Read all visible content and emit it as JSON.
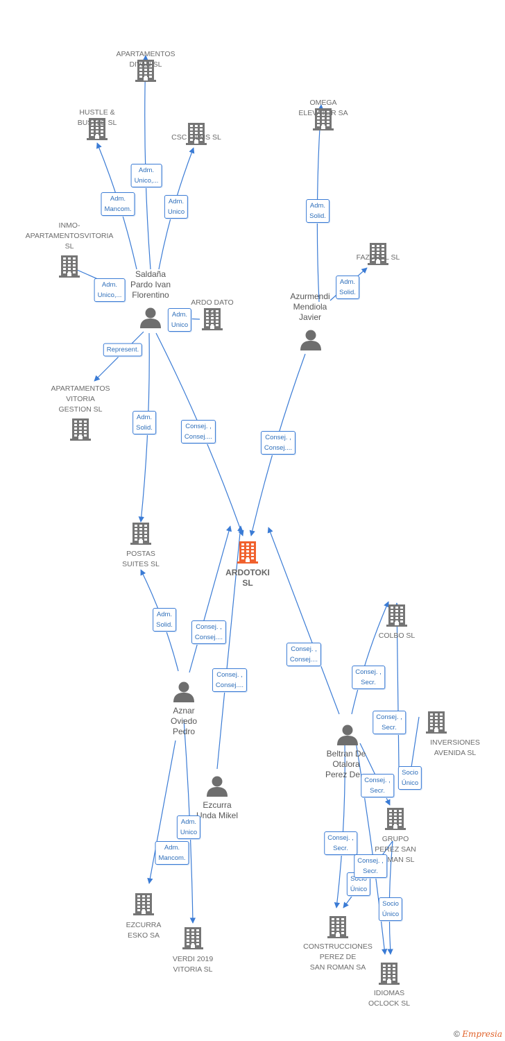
{
  "nodes": [
    {
      "id": "divan",
      "kind": "company",
      "label": "APARTAMENTOS\nDIVAN  SL"
    },
    {
      "id": "hustle",
      "kind": "company",
      "label": "HUSTLE &\nBUSTLE  SL"
    },
    {
      "id": "csc",
      "kind": "company",
      "label": "CSC FILMS  SL"
    },
    {
      "id": "omega",
      "kind": "company",
      "label": "OMEGA\nELEVATOR SA"
    },
    {
      "id": "fazurel",
      "kind": "company",
      "label": "FAZUREL SL"
    },
    {
      "id": "inmo",
      "kind": "company",
      "label": "INMO-\nAPARTAMENTOSVITORIA\nSL"
    },
    {
      "id": "ardodato",
      "kind": "company",
      "label": "ARDO DATO\nSL"
    },
    {
      "id": "aptvitoria",
      "kind": "company",
      "label": "APARTAMENTOS\nVITORIA\nGESTION SL"
    },
    {
      "id": "postas",
      "kind": "company",
      "label": "POSTAS\nSUITES  SL"
    },
    {
      "id": "ardotoki",
      "kind": "main",
      "label": "ARDOTOKI\nSL"
    },
    {
      "id": "colbo",
      "kind": "company",
      "label": "COLBO  SL"
    },
    {
      "id": "inversiones",
      "kind": "company",
      "label": "INVERSIONES\nAVENIDA  SL"
    },
    {
      "id": "grupo",
      "kind": "company",
      "label": "GRUPO\nPEREZ SAN\nROMAN  SL"
    },
    {
      "id": "ezcurraesko",
      "kind": "company",
      "label": "EZCURRA\nESKO SA"
    },
    {
      "id": "verdi",
      "kind": "company",
      "label": "VERDI 2019\nVITORIA  SL"
    },
    {
      "id": "construcciones",
      "kind": "company",
      "label": "CONSTRUCCIONES\nPEREZ DE\nSAN ROMAN SA"
    },
    {
      "id": "idiomas",
      "kind": "company",
      "label": "IDIOMAS\nOCLOCK  SL"
    },
    {
      "id": "saldana",
      "kind": "person",
      "label": "Saldaña\nPardo Ivan\nFlorentino"
    },
    {
      "id": "azurmendi",
      "kind": "person",
      "label": "Azurmendi\nMendiola\nJavier"
    },
    {
      "id": "aznar",
      "kind": "person",
      "label": "Aznar\nOviedo\nPedro"
    },
    {
      "id": "ezcurra",
      "kind": "person",
      "label": "Ezcurra\nUnda Mikel"
    },
    {
      "id": "beltran",
      "kind": "person",
      "label": "Beltran De\nOtalora\nPerez De..."
    }
  ],
  "edges": [
    {
      "from": "saldana",
      "to": "divan",
      "label": "Adm.\nUnico,..."
    },
    {
      "from": "saldana",
      "to": "hustle",
      "label": "Adm.\nMancom."
    },
    {
      "from": "saldana",
      "to": "csc",
      "label": "Adm.\nUnico"
    },
    {
      "from": "saldana",
      "to": "inmo",
      "label": "Adm.\nUnico,..."
    },
    {
      "from": "saldana",
      "to": "ardodato",
      "label": "Adm.\nUnico"
    },
    {
      "from": "saldana",
      "to": "aptvitoria",
      "label": "Represent."
    },
    {
      "from": "saldana",
      "to": "postas",
      "label": "Adm.\nSolid."
    },
    {
      "from": "saldana",
      "to": "ardotoki",
      "label": "Consej. ,\nConsej...."
    },
    {
      "from": "azurmendi",
      "to": "omega",
      "label": "Adm.\nSolid."
    },
    {
      "from": "azurmendi",
      "to": "fazurel",
      "label": "Adm.\nSolid."
    },
    {
      "from": "azurmendi",
      "to": "ardotoki",
      "label": "Consej. ,\nConsej...."
    },
    {
      "from": "aznar",
      "to": "postas",
      "label": "Adm.\nSolid."
    },
    {
      "from": "aznar",
      "to": "ardotoki",
      "label": "Consej. ,\nConsej...."
    },
    {
      "from": "ezcurra",
      "to": "ardotoki",
      "label": "Consej. ,\nConsej...."
    },
    {
      "from": "aznar",
      "to": "ezcurraesko",
      "label": "Adm.\nMancom."
    },
    {
      "from": "aznar",
      "to": "verdi",
      "label": "Adm.\nUnico"
    },
    {
      "from": "beltran",
      "to": "ardotoki",
      "label": "Consej. ,\nConsej...."
    },
    {
      "from": "beltran",
      "to": "colbo",
      "label": "Consej. ,\nSecr."
    },
    {
      "from": "grupo",
      "to": "colbo",
      "label": "Consej. ,\nSecr."
    },
    {
      "from": "grupo",
      "to": "inversiones",
      "label": "Socio\nÚnico"
    },
    {
      "from": "beltran",
      "to": "grupo",
      "label": "Consej. ,\nSecr."
    },
    {
      "from": "beltran",
      "to": "construcciones",
      "label": "Consej. ,\nSecr."
    },
    {
      "from": "grupo",
      "to": "construcciones",
      "label": "Socio\nÚnico"
    },
    {
      "from": "beltran",
      "to": "idiomas",
      "label": "Consej. ,\nSecr."
    },
    {
      "from": "grupo",
      "to": "idiomas",
      "label": "Socio\nÚnico"
    }
  ],
  "colors": {
    "edge": "#3a7bd5",
    "company": "#757575",
    "main": "#f0612e",
    "person": "#6e6e6e"
  },
  "icons": {
    "company": "building-icon",
    "person": "person-icon"
  },
  "footer": {
    "symbol": "©",
    "brand": "Empresia"
  }
}
